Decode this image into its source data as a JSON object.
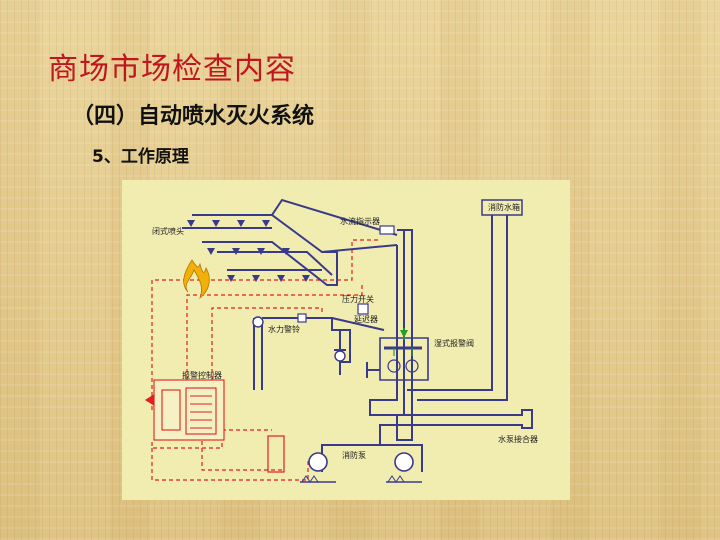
{
  "page": {
    "title": "商场市场检查内容",
    "subtitle": "（四）自动喷水灭火系统",
    "point": "5、工作原理"
  },
  "diagram": {
    "labels": {
      "closed_sprinkler": "闭式喷头",
      "water_flow_indicator": "水流指示器",
      "fire_water_tank": "消防水箱",
      "pressure_switch": "压力开关",
      "water_motor_gong": "水力警铃",
      "retard_chamber": "延迟器",
      "wet_alarm_valve": "湿式报警阀",
      "alarm_controller": "报警控制器",
      "fire_pump": "消防泵",
      "pump_adapter": "水泵接合器"
    },
    "colors": {
      "pipe": "#3a3a8c",
      "signal_line": "#e0201c",
      "background": "#f1ecb0",
      "title_red": "#c0161e",
      "flame": "#f2b00a"
    }
  }
}
